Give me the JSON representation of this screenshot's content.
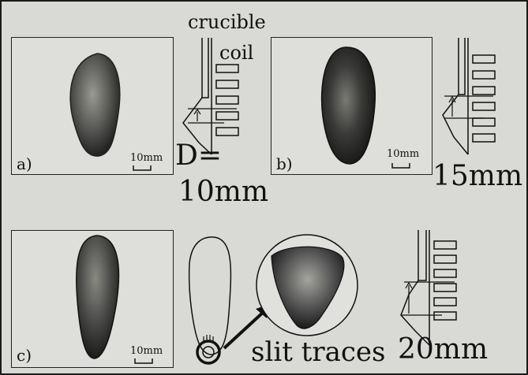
{
  "header": {
    "crucible_label": "crucible",
    "coil_label": "coil"
  },
  "panels": [
    {
      "id": "a",
      "letter": "a)",
      "scale": "10mm",
      "diameter_prefix": "D=",
      "diameter": "10mm"
    },
    {
      "id": "b",
      "letter": "b)",
      "scale": "10mm",
      "diameter": "15mm"
    },
    {
      "id": "c",
      "letter": "c)",
      "scale": "10mm",
      "diameter": "20mm",
      "annotation": "slit traces"
    }
  ],
  "colors": {
    "background": "#e6e6e2",
    "ink": "#111111",
    "ingot_dark": "#2a2a2a",
    "ingot_light": "#8a8a84"
  }
}
